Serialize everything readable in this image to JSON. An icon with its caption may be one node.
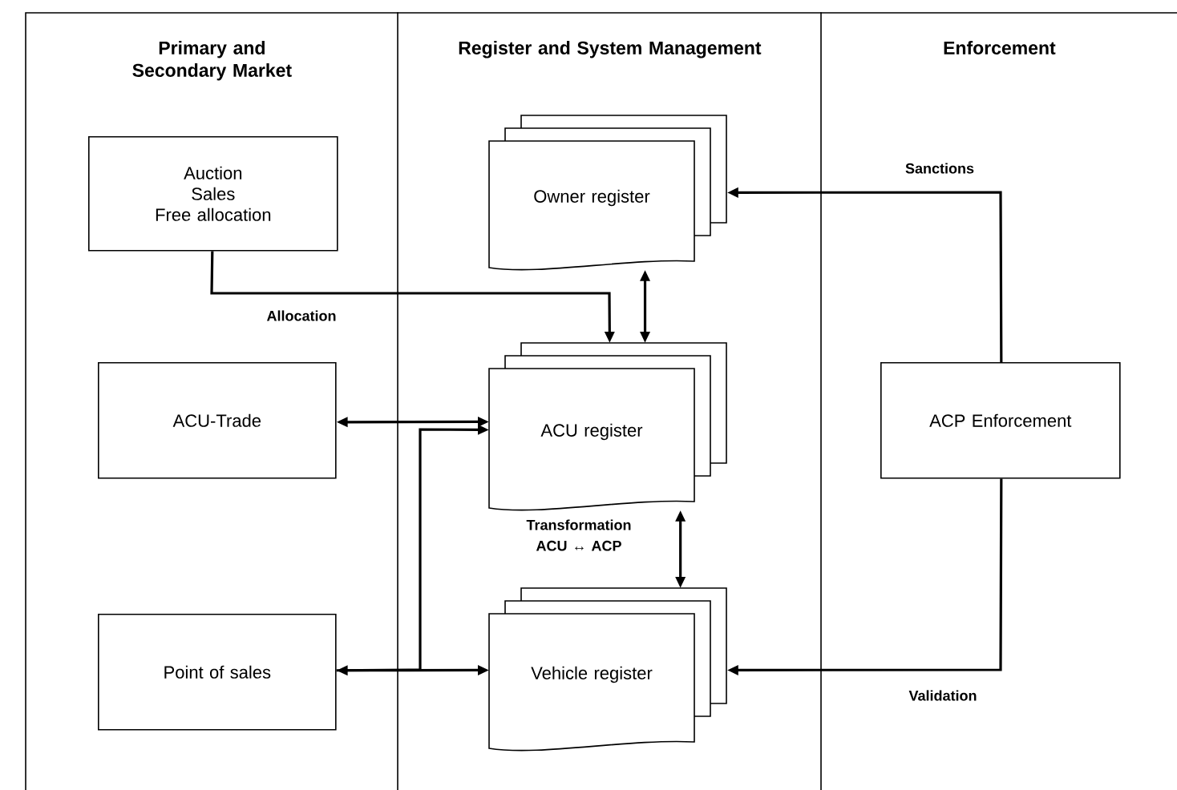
{
  "diagram": {
    "nodes": [
      {
        "text": [
          "Primary and Secondary Market"
        ]
      },
      {
        "text": [
          "Register and System Management"
        ]
      },
      {
        "text": [
          "Enforcement"
        ]
      },
      {
        "text": [
          "Auction",
          "Sales",
          "Free allocation"
        ],
        "in": 0
      },
      {
        "text": [
          "ACU-Trade"
        ],
        "in": 0
      },
      {
        "text": [
          "Point of sales"
        ],
        "in": 0
      },
      {
        "text": [
          "Owner register"
        ],
        "in": 1
      },
      {
        "text": [
          "ACU register"
        ],
        "in": 1
      },
      {
        "text": [
          "Vehicle register"
        ],
        "in": 1
      },
      {
        "text": [
          "ACP Enforcement"
        ],
        "in": 2
      }
    ],
    "edges": [
      {
        "from": 3,
        "to": 7,
        "arrow": "to",
        "label": "Allocation"
      },
      {
        "from": 6,
        "to": 7,
        "arrow": "both"
      },
      {
        "from": 4,
        "to": 7,
        "arrow": "both"
      },
      {
        "from": 5,
        "to": 8,
        "arrow": "both"
      },
      {
        "from": 5,
        "to": 7,
        "arrow": "to"
      },
      {
        "from": 7,
        "to": 8,
        "arrow": "both",
        "label": "Transformation ACU ↔ ACP"
      },
      {
        "from": 9,
        "to": 6,
        "arrow": "to",
        "label": "Sanctions"
      },
      {
        "from": 9,
        "to": 8,
        "arrow": "to",
        "label": "Validation"
      }
    ]
  }
}
